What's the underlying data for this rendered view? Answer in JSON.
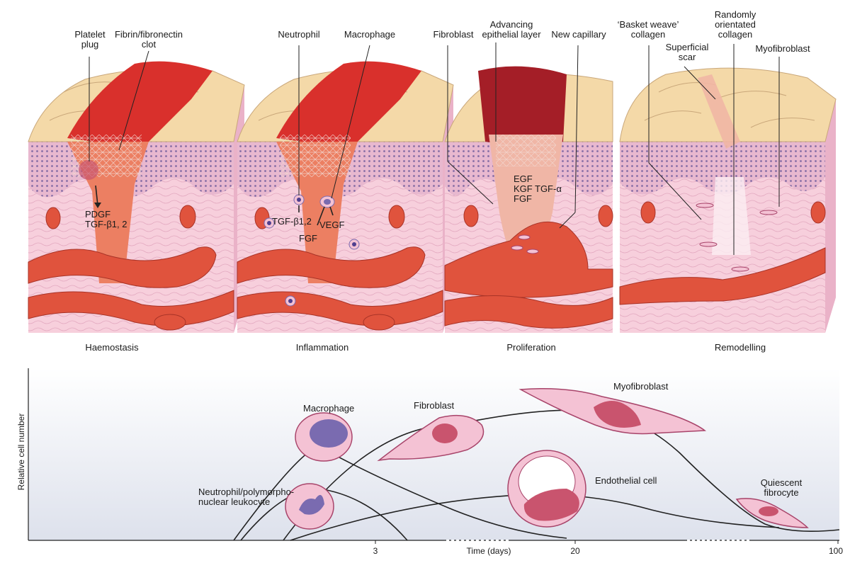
{
  "panels": {
    "haemostasis": {
      "title": "Haemostasis",
      "labels": {
        "platelet_plug": "Platelet\nplug",
        "clot": "Fibrin/fibronectin\nclot"
      },
      "factors": "PDGF\nTGF-β1, 2"
    },
    "inflammation": {
      "title": "Inflammation",
      "labels": {
        "neutrophil": "Neutrophil",
        "macrophage": "Macrophage"
      },
      "factors": {
        "tgf": "TGF-β1,2",
        "vegf": "VEGF",
        "fgf": "FGF"
      }
    },
    "proliferation": {
      "title": "Proliferation",
      "labels": {
        "fibroblast": "Fibroblast",
        "epithelial": "Advancing\nepithelial layer",
        "capillary": "New capillary"
      },
      "factors": {
        "egf": "EGF",
        "kgf": "KGF",
        "fgf": "FGF",
        "tgf_alpha": "TGF-α"
      }
    },
    "remodelling": {
      "title": "Remodelling",
      "labels": {
        "basket": "‘Basket weave’\ncollagen",
        "scar": "Superficial\nscar",
        "random": "Randomly\norientated\ncollagen",
        "myofibroblast": "Myofibroblast"
      }
    }
  },
  "graph": {
    "ylabel": "Relative cell number",
    "xlabel": "Time (days)",
    "ticks": [
      "3",
      "20",
      "100"
    ],
    "cells": {
      "macrophage": "Macrophage",
      "fibroblast": "Fibroblast",
      "myofibroblast": "Myofibroblast",
      "endothelial": "Endothelial cell",
      "neutrophil": "Neutrophil/polymorpho-\nnuclear leukocyte",
      "fibrocyte": "Quiescent\nfibrocyte"
    }
  },
  "colors": {
    "skin_top": "#f4d9a8",
    "epidermis": "#e8b8cf",
    "dermis": "#f7cfdc",
    "clot": "#d9302c",
    "wound": "#ec7f62",
    "vessel": "#e0533d",
    "cell": "#f4c2d4",
    "nucleus": "#7a6bb0"
  }
}
